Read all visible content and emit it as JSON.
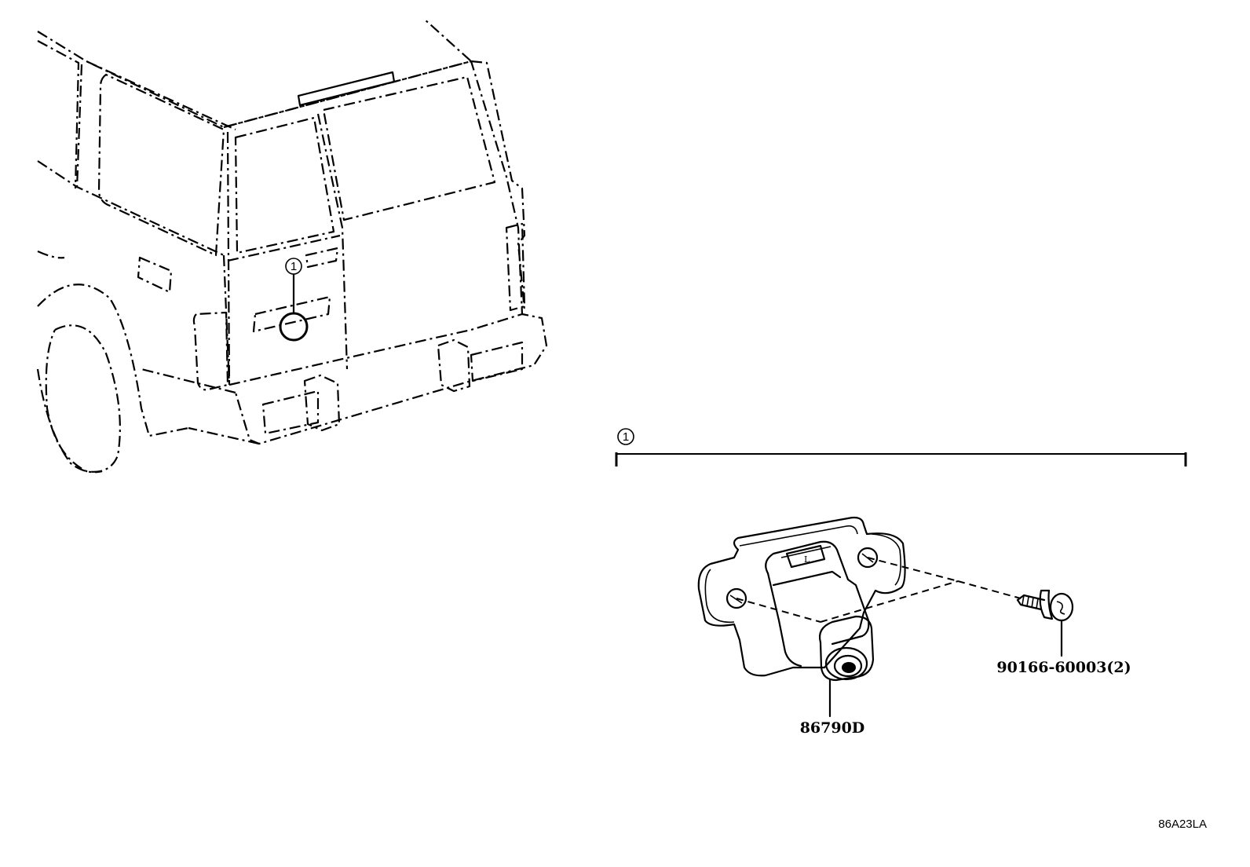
{
  "diagram": {
    "callout_vehicle": "1",
    "callout_group": "1",
    "part_camera": "86790D",
    "part_screw": "90166-60003(2)",
    "figure_code": "86A23LA"
  }
}
